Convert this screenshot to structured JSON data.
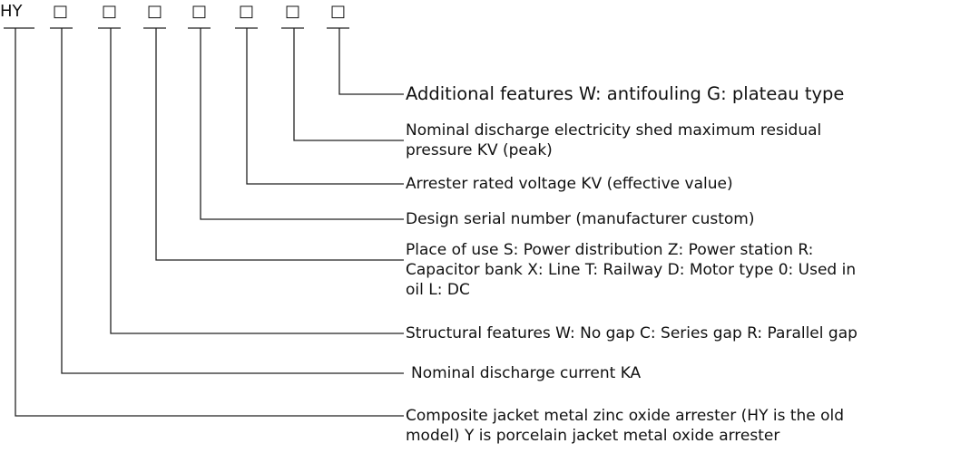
{
  "model_code": {
    "prefix": "HY",
    "slots": [
      "□",
      "□",
      "□",
      "□",
      "□",
      "□",
      "□"
    ]
  },
  "items": [
    {
      "lines": [
        "Additional features W: antifouling G: plateau type"
      ]
    },
    {
      "lines": [
        "Nominal discharge electricity shed maximum residual",
        "pressure KV (peak)"
      ]
    },
    {
      "lines": [
        "Arrester rated voltage KV (effective value)"
      ]
    },
    {
      "lines": [
        "Design serial number (manufacturer custom)"
      ]
    },
    {
      "lines": [
        "Place of use S: Power distribution Z: Power station R:",
        "Capacitor bank X: Line T: Railway D: Motor type 0: Used in",
        "oil L: DC"
      ]
    },
    {
      "lines": [
        "Structural features W: No gap C: Series gap R: Parallel gap"
      ]
    },
    {
      "lines": [
        "Nominal discharge current KA"
      ]
    },
    {
      "lines": [
        "Composite jacket metal zinc oxide arrester (HY is the old",
        "model) Y is porcelain jacket metal oxide arrester"
      ]
    }
  ]
}
